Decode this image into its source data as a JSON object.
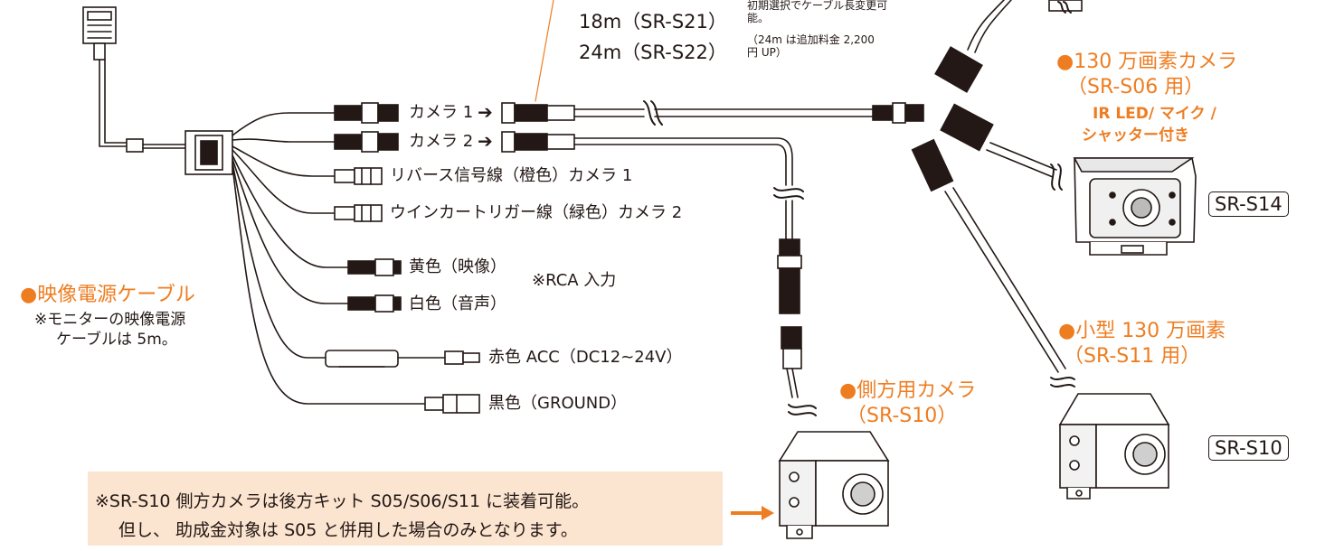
{
  "colors": {
    "accent": "#ee7d21",
    "line": "#231815",
    "notice_bg": "#fbe4d0"
  },
  "cable_length": {
    "row1": {
      "value": "18m（SR-S21）",
      "note": "初期選択でケーブル長変更可能。"
    },
    "row2": {
      "value": "24m（SR-S22）",
      "note": "（24m は追加料金 2,200 円 UP）"
    }
  },
  "connectors": {
    "camera1": "カメラ 1",
    "camera2": "カメラ 2",
    "arrow": "➔",
    "reverse_signal": "リバース信号線（橙色）カメラ 1",
    "blinker_trigger": "ウインカートリガー線（緑色）カメラ 2",
    "yellow": "黄色（映像）",
    "rca_note": "※RCA 入力",
    "white": "白色（音声）",
    "red": "赤色 ACC（DC12~24V）",
    "black": "黒色（GROUND）"
  },
  "power_cable": {
    "title": "●映像電源ケーブル",
    "note_line1": "※モニターの映像電源",
    "note_line2": "ケーブルは 5m。"
  },
  "cameras": {
    "c130": {
      "title": "●130 万画素カメラ",
      "sub": "（SR-S06 用）",
      "feat1": "IR LED/ マイク /",
      "feat2": "シャッター付き",
      "model": "SR-S14"
    },
    "small": {
      "title": "●小型 130 万画素",
      "sub": "（SR-S11 用）",
      "model": "SR-S10"
    },
    "side": {
      "title": "●側方用カメラ",
      "sub": "（SR-S10）"
    }
  },
  "notice": {
    "line1": "※SR-S10 側方カメラは後方キット S05/S06/S11 に装着可能。",
    "line2": "但し、 助成金対象は S05 と併用した場合のみとなります。"
  }
}
